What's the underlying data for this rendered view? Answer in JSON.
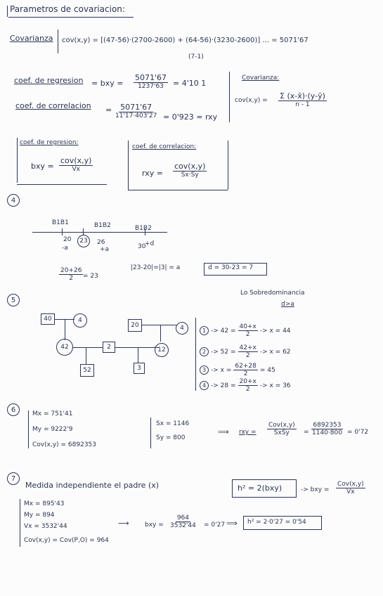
{
  "title": "Parametros de covariacion:",
  "cov": {
    "label": "Covarianza",
    "formula": "cov(x,y) = [(47-56)·(2700-2600) + (64-56)·(3230-2600)] ... = 5071'67",
    "denominator": "(7-1)"
  },
  "coef": {
    "regresion_label": "coef. de regresion",
    "regresion_eq": "= bxy =",
    "regresion_num": "5071'67",
    "regresion_den": "1237'63",
    "regresion_res": "= 4'10 1",
    "correlacion_label": "coef. de correlacion",
    "correlacion_eq": "=",
    "correlacion_num": "5071'67",
    "correlacion_den": "11'17·403'27",
    "correlacion_res": "= 0'923 = rxy",
    "cov_box_title": "Covarianza:",
    "cov_box_lhs": "cov(x,y) =",
    "cov_box_num": "Σ (x-x̄)·(y-ȳ)",
    "cov_box_den": "n - 1"
  },
  "formulas": {
    "reg_title": "coef. de regresion:",
    "reg_lhs": "bxy =",
    "reg_num": "cov(x,y)",
    "reg_den": "Vx",
    "cor_title": "coef. de correlacion:",
    "cor_lhs": "rxy =",
    "cor_num": "cov(x,y)",
    "cor_den": "Sx·Sy"
  },
  "q4": {
    "number": "4",
    "labels": [
      "B1B1",
      "B1B2",
      "B1B2"
    ],
    "v20": "20",
    "v23": "23",
    "v26": "26",
    "v30": "30",
    "minus_a": "-a",
    "plus_a": "+a",
    "plus_d": "+d",
    "frac_num": "20+26",
    "frac_den": "2",
    "frac_res": "= 23",
    "abs_eq": "|23-20|=|3| = a",
    "d_eq": "d = 30-23 = 7",
    "note1": "Lo Sobredominancia",
    "note2": "d>a"
  },
  "q5": {
    "number": "5",
    "nodes": {
      "n40": "40",
      "n4a": "4",
      "n42": "42",
      "n20": "20",
      "n4b": "4",
      "n12": "12",
      "nX": "2",
      "n52": "52",
      "n3": "3"
    },
    "lines": [
      {
        "id": "1",
        "lhs": "-> 42 =",
        "num": "40+x",
        "den": "2",
        "res": "-> x = 44"
      },
      {
        "id": "2",
        "lhs": "-> 52 =",
        "num": "42+x",
        "den": "2",
        "res": "-> x = 62"
      },
      {
        "id": "3",
        "lhs": "-> x =",
        "num": "62+28",
        "den": "2",
        "res": "= 45"
      },
      {
        "id": "4",
        "lhs": "-> 28 =",
        "num": "20+x",
        "den": "2",
        "res": "-> x = 36"
      }
    ]
  },
  "q6": {
    "number": "6",
    "mx": "Mx = 751'41",
    "my": "My = 9222'9",
    "cov": "Cov(x,y) = 6892353",
    "sx": "Sx = 1146",
    "sy": "Sy = 800",
    "lhs": "rxy =",
    "num1": "Cov(x,y)",
    "den1": "SxSy",
    "num2": "6892353",
    "den2": "1140·800",
    "res": "= 0'72"
  },
  "q7": {
    "number": "7",
    "heading": "Medida independiente   el padre (x)",
    "boxed_formula": "h² = 2(bxy)",
    "arrow_text": "-> bxy =",
    "arrow_num": "Cov(x,y)",
    "arrow_den": "Vx",
    "mx": "Mx = 895'43",
    "my": "My = 894",
    "vx": "Vx = 3532'44",
    "cov": "Cov(x,y) = Cov(P,O) = 964",
    "bxy_lhs": "bxy =",
    "bxy_num": "964",
    "bxy_den": "3532'44",
    "bxy_res": "= 0'27",
    "h2_res": "h² = 2·0'27 = 0'54"
  }
}
